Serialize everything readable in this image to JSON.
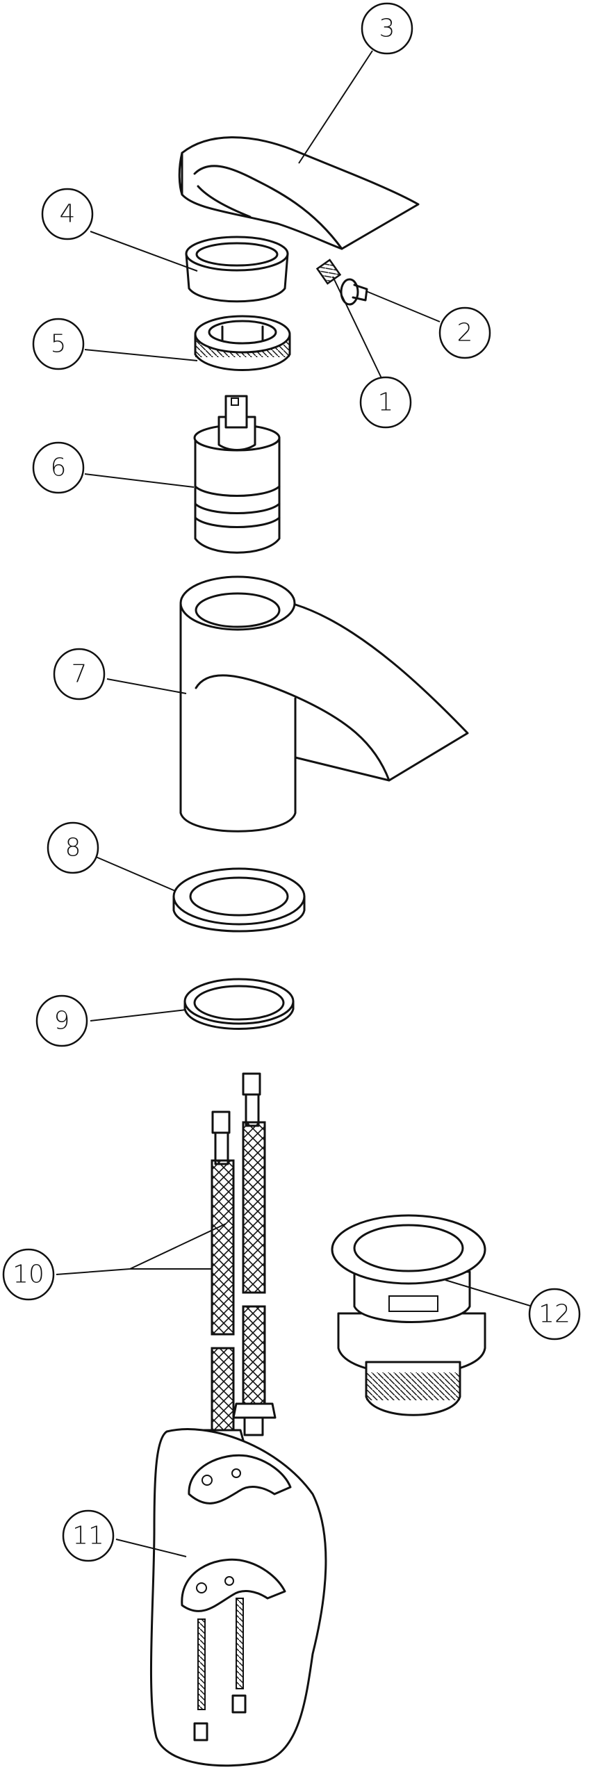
{
  "diagram": {
    "title": "Basin tap exploded parts diagram",
    "callouts": [
      {
        "id": "1",
        "label": "1",
        "part": "grub-screw"
      },
      {
        "id": "2",
        "label": "2",
        "part": "screw-cap"
      },
      {
        "id": "3",
        "label": "3",
        "part": "lever-handle"
      },
      {
        "id": "4",
        "label": "4",
        "part": "shroud"
      },
      {
        "id": "5",
        "label": "5",
        "part": "retaining-nut"
      },
      {
        "id": "6",
        "label": "6",
        "part": "cartridge"
      },
      {
        "id": "7",
        "label": "7",
        "part": "tap-body"
      },
      {
        "id": "8",
        "label": "8",
        "part": "base-flange"
      },
      {
        "id": "9",
        "label": "9",
        "part": "base-washer"
      },
      {
        "id": "10",
        "label": "10",
        "part": "flexible-hoses"
      },
      {
        "id": "11",
        "label": "11",
        "part": "fixing-kit"
      },
      {
        "id": "12",
        "label": "12",
        "part": "click-clack-waste"
      }
    ]
  }
}
